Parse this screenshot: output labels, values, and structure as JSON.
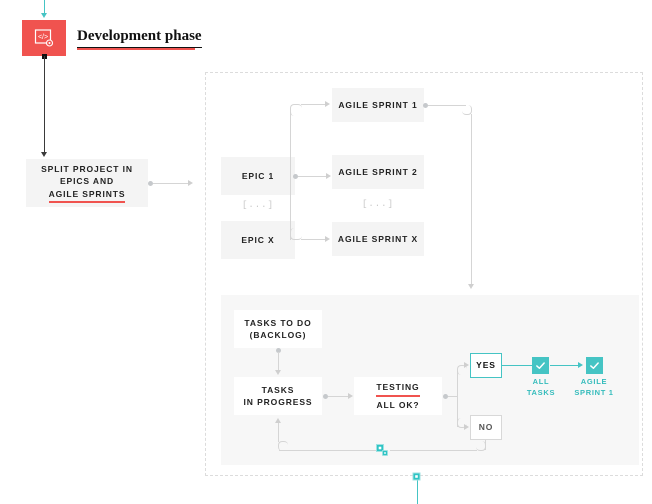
{
  "header": {
    "title": "Development phase",
    "icon": "code-gear-icon",
    "accent_color": "#f0534f"
  },
  "colors": {
    "red": "#f0534f",
    "teal": "#45c4c4",
    "box_grey": "#f4f4f4",
    "panel_grey": "#f7f7f7",
    "line_grey": "#d5d5d5",
    "dashed_border": "#dcdcdc",
    "text": "#222222"
  },
  "flow": {
    "entry_arrow": "teal-down-arrow",
    "exit_arrow": "teal-down-arrow"
  },
  "split_node": {
    "line1": "SPLIT PROJECT IN",
    "line2": "EPICS AND",
    "line3": "AGILE SPRINTS"
  },
  "epics": {
    "items": [
      {
        "label": "EPIC 1"
      },
      {
        "label": "EPIC X"
      }
    ],
    "ellipsis": "[...]"
  },
  "sprints": {
    "items": [
      {
        "label": "AGILE SPRINT 1"
      },
      {
        "label": "AGILE SPRINT 2"
      },
      {
        "label": "AGILE SPRINT X"
      }
    ],
    "ellipsis": "[...]"
  },
  "board": {
    "backlog": {
      "line1": "TASKS TO DO",
      "line2": "(BACKLOG)"
    },
    "in_progress": {
      "line1": "TASKS",
      "line2": "IN PROGRESS"
    },
    "testing": {
      "line1": "TESTING",
      "line2": "ALL OK?"
    },
    "decision_yes": "YES",
    "decision_no": "NO",
    "loop_node": "gear-node-icon"
  },
  "completion": {
    "all_tasks": {
      "icon": "check-icon",
      "line1": "ALL",
      "line2": "TASKS"
    },
    "agile_sprint": {
      "icon": "check-icon",
      "line1": "AGILE",
      "line2": "SPRINT 1"
    }
  }
}
